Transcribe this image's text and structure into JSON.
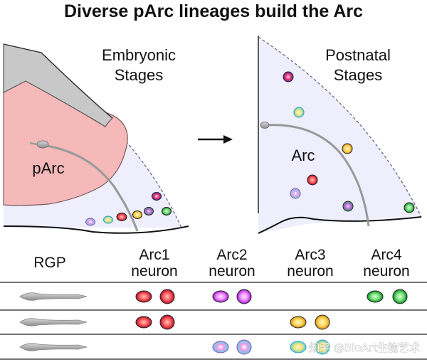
{
  "title": "Diverse pArc lineages build the Arc",
  "panels": {
    "embryonic": {
      "label_line1": "Embryonic",
      "label_line2": "Stages",
      "region_label": "pArc"
    },
    "postnatal": {
      "label_line1": "Postnatal",
      "label_line2": "Stages",
      "region_label": "Arc"
    }
  },
  "lineage_table": {
    "columns": [
      {
        "line1": "RGP",
        "line2": ""
      },
      {
        "line1": "Arc1",
        "line2": "neuron"
      },
      {
        "line1": "Arc2",
        "line2": "neuron"
      },
      {
        "line1": "Arc3",
        "line2": "neuron"
      },
      {
        "line1": "Arc4",
        "line2": "neuron"
      }
    ],
    "rows": [
      {
        "types": [
          "arc1",
          "arc2",
          "arc4"
        ]
      },
      {
        "types": [
          "arc1",
          "arc3"
        ]
      },
      {
        "types": [
          "arc2",
          "arc3"
        ]
      }
    ]
  },
  "neuron_colors": {
    "arc1": {
      "rim": "#c0143c",
      "core": "#ff8a8a"
    },
    "arc2": {
      "rim": "#b01ed8",
      "core": "#ffd0ff"
    },
    "arc3": {
      "rim": "#e6a21a",
      "core": "#fff0a0"
    },
    "arc4": {
      "rim": "#1aa832",
      "core": "#b4ffb4"
    }
  },
  "watermark": "知乎 @BioArt生物艺术"
}
